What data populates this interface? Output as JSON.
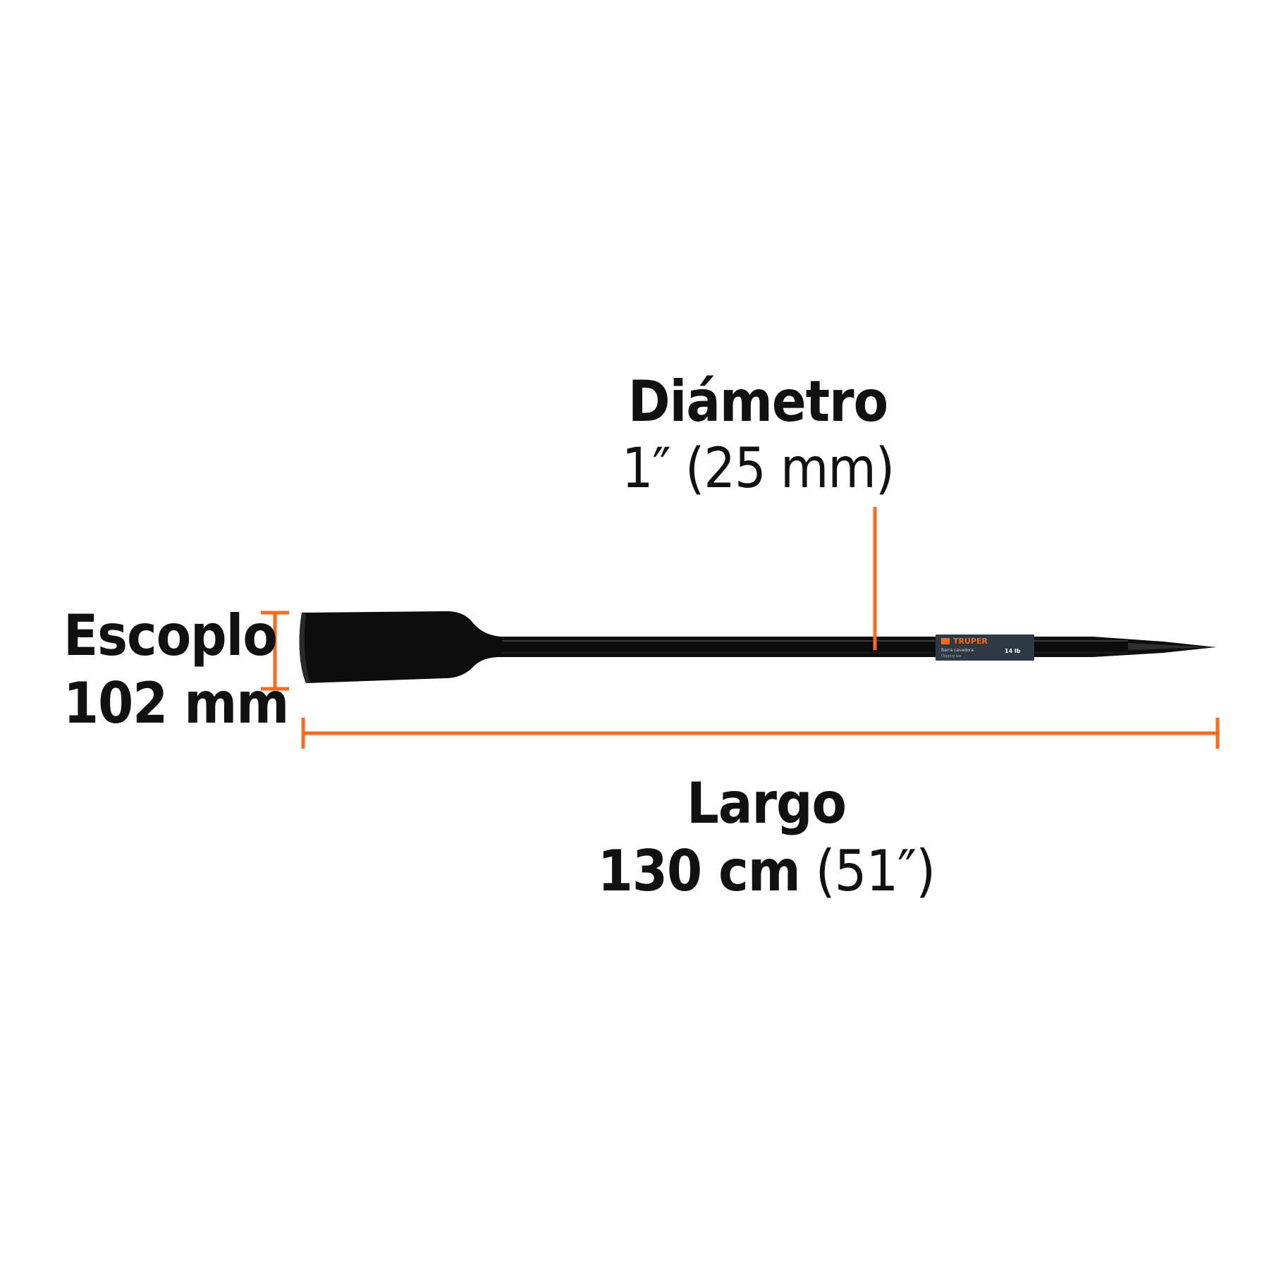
{
  "colors": {
    "accent": "#FF6B1A",
    "tool": "#0d0d0d",
    "background": "#ffffff",
    "text": "#111111"
  },
  "diameter": {
    "title": "Diámetro",
    "value": "1″ (25 mm)"
  },
  "chisel": {
    "title": "Escoplo",
    "value": "102 mm"
  },
  "length": {
    "title": "Largo",
    "value_bold": "130 cm",
    "value_light": "(51″)"
  },
  "product": {
    "brand": "TRUPER",
    "name": "Barra cavadora",
    "name_en": "Digging bar",
    "weight": "14 lb"
  }
}
